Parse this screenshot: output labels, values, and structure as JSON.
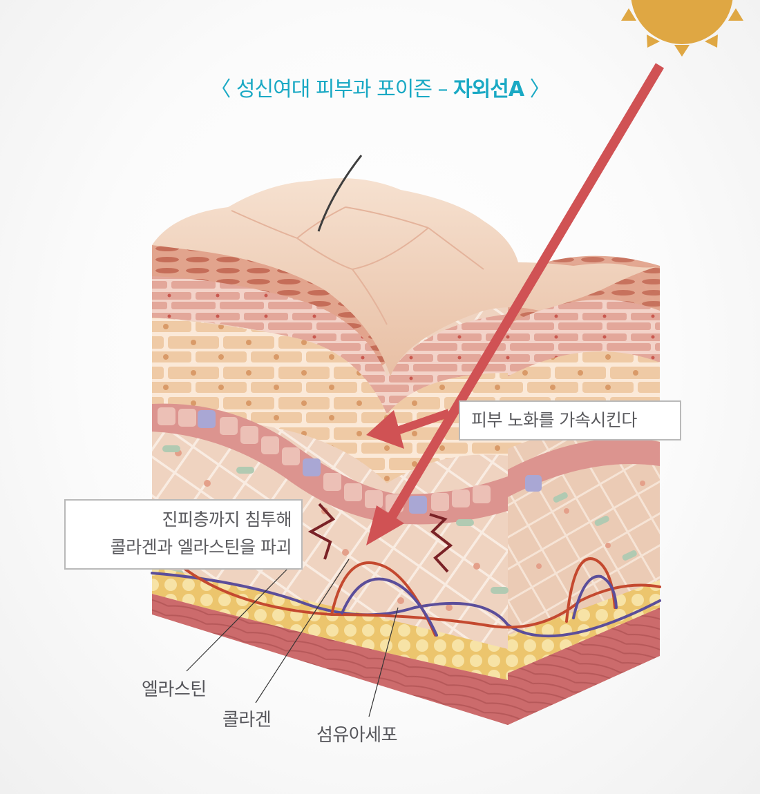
{
  "title": {
    "open_bracket": "〈",
    "prefix": "성신여대 피부과 포이즌 – ",
    "highlight": "자외선A",
    "close_bracket": "〉"
  },
  "callouts": {
    "aging": "피부 노화를 가속시킨다",
    "dermis_line1": "진피층까지 침투해",
    "dermis_line2": "콜라겐과 엘라스틴을 파괴"
  },
  "labels": {
    "elastin": "엘라스틴",
    "collagen": "콜라겐",
    "fibroblast": "섬유아세포"
  },
  "icons": {
    "sun": "sun-icon",
    "uv_ray": "uva-ray-arrow",
    "damage": "zigzag-damage-icon"
  },
  "colors": {
    "title": "#1aa9c4",
    "sun": "#dfa743",
    "uv_ray": "#d05254",
    "collagen_fiber": "#c4492f",
    "elastin_fiber": "#5b4e9a",
    "damage_zigzag": "#7a2226",
    "callout_text": "#5a5a5e"
  }
}
